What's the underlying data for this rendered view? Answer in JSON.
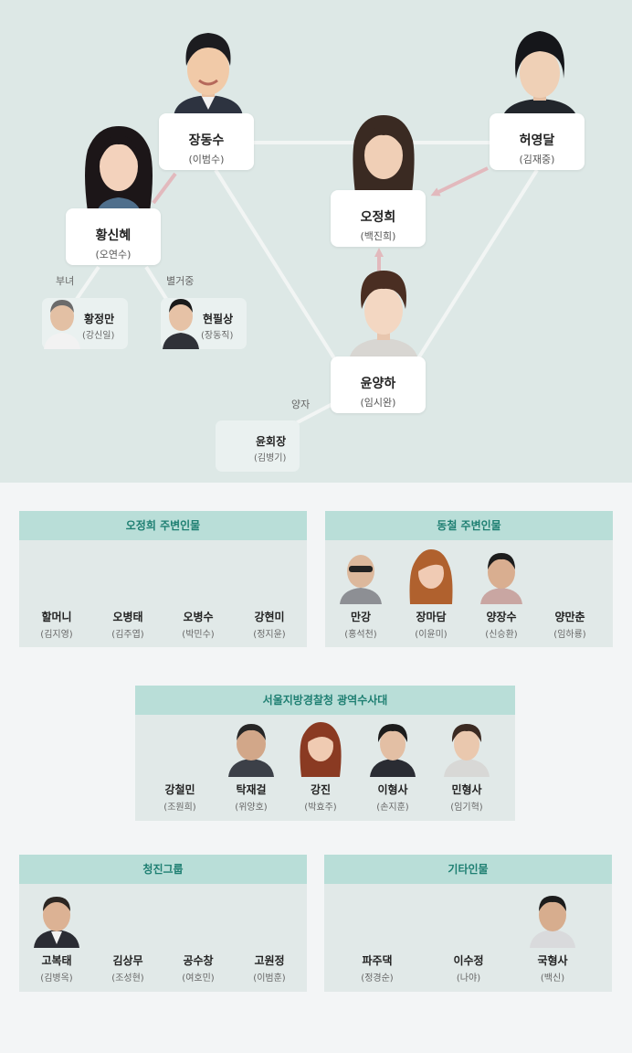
{
  "diagram": {
    "main": [
      {
        "id": "jang",
        "name": "장동수",
        "actor": "(이범수)"
      },
      {
        "id": "heo",
        "name": "허영달",
        "actor": "(김재중)"
      },
      {
        "id": "oh",
        "name": "오정희",
        "actor": "(백진희)"
      },
      {
        "id": "hwang",
        "name": "황신혜",
        "actor": "(오연수)"
      },
      {
        "id": "yoon",
        "name": "윤양하",
        "actor": "(임시완)"
      }
    ],
    "minor": [
      {
        "id": "hwangjm",
        "name": "황정만",
        "actor": "(강신일)"
      },
      {
        "id": "hyeon",
        "name": "현필상",
        "actor": "(장동직)"
      },
      {
        "id": "yoonhj",
        "name": "윤회장",
        "actor": "(김병기)"
      }
    ],
    "relations": {
      "father_daughter": "부녀",
      "separated": "별거중",
      "adopted": "양자"
    }
  },
  "groups": [
    {
      "id": "oh-circle",
      "title": "오정희 주변인물",
      "members": [
        {
          "name": "할머니",
          "actor": "(김지영)",
          "photo": false
        },
        {
          "name": "오병태",
          "actor": "(김주엽)",
          "photo": false
        },
        {
          "name": "오병수",
          "actor": "(박민수)",
          "photo": false
        },
        {
          "name": "강현미",
          "actor": "(정지윤)",
          "photo": false
        }
      ]
    },
    {
      "id": "dongcheol-circle",
      "title": "동철 주변인물",
      "members": [
        {
          "name": "만강",
          "actor": "(홍석천)",
          "photo": true
        },
        {
          "name": "장마담",
          "actor": "(이윤미)",
          "photo": true
        },
        {
          "name": "양장수",
          "actor": "(신승환)",
          "photo": true
        },
        {
          "name": "양만춘",
          "actor": "(임하룡)",
          "photo": false
        }
      ]
    },
    {
      "id": "seoul-police",
      "title": "서울지방경찰청 광역수사대",
      "members": [
        {
          "name": "강철민",
          "actor": "(조원희)",
          "photo": false
        },
        {
          "name": "탁재걸",
          "actor": "(위양호)",
          "photo": true
        },
        {
          "name": "강진",
          "actor": "(박효주)",
          "photo": true
        },
        {
          "name": "이형사",
          "actor": "(손지훈)",
          "photo": true
        },
        {
          "name": "민형사",
          "actor": "(임기혁)",
          "photo": true
        }
      ]
    },
    {
      "id": "cheongjin-group",
      "title": "청진그룹",
      "members": [
        {
          "name": "고복태",
          "actor": "(김병옥)",
          "photo": true
        },
        {
          "name": "김상무",
          "actor": "(조성현)",
          "photo": false
        },
        {
          "name": "공수창",
          "actor": "(여호민)",
          "photo": false
        },
        {
          "name": "고원정",
          "actor": "(이범훈)",
          "photo": false
        }
      ]
    },
    {
      "id": "others",
      "title": "기타인물",
      "members": [
        {
          "name": "파주댁",
          "actor": "(정경순)",
          "photo": false
        },
        {
          "name": "이수정",
          "actor": "(나야)",
          "photo": false
        },
        {
          "name": "국형사",
          "actor": "(백신)",
          "photo": true
        }
      ]
    }
  ],
  "colors": {
    "diagram_bg": "#dde8e6",
    "group_header": "#b9ded8",
    "group_title": "#1e7f72",
    "group_body": "#e1e9e8",
    "arrow": "#e2b9bd",
    "line": "#f2f5f4"
  }
}
